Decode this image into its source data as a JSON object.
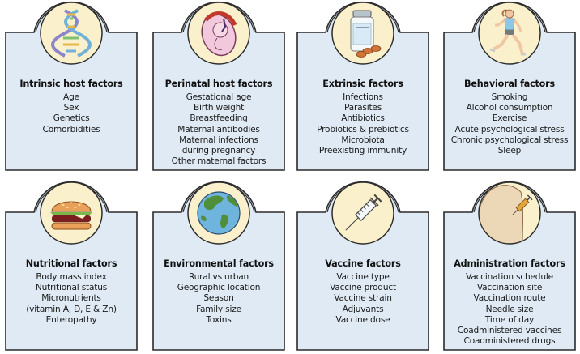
{
  "colors": {
    "panel_fill": "#dfeaf4",
    "panel_stroke": "#2b2b2b",
    "circle_fill": "#fbf0cc"
  },
  "panels": [
    {
      "title": "Intrinsic host factors",
      "icon": "dna-helix-icon",
      "items": [
        "Age",
        "Sex",
        "Genetics",
        "Comorbidities"
      ]
    },
    {
      "title": "Perinatal host factors",
      "icon": "fetus-icon",
      "items": [
        "Gestational age",
        "Birth weight",
        "Breastfeeding",
        "Maternal antibodies",
        "Maternal infections",
        "during pregnancy",
        "Other maternal factors"
      ]
    },
    {
      "title": "Extrinsic factors",
      "icon": "pill-bottle-icon",
      "items": [
        "Infections",
        "Parasites",
        "Antibiotics",
        "Probiotics & prebiotics",
        "Microbiota",
        "Preexisting immunity"
      ]
    },
    {
      "title": "Behavioral factors",
      "icon": "runner-icon",
      "items": [
        "Smoking",
        "Alcohol consumption",
        "Exercise",
        "Acute psychological stress",
        "Chronic psychological stress",
        "Sleep"
      ]
    },
    {
      "title": "Nutritional factors",
      "icon": "burger-icon",
      "items": [
        "Body mass index",
        "Nutritional status",
        "Micronutrients",
        "(vitamin A, D, E & Zn)",
        "Enteropathy"
      ]
    },
    {
      "title": "Environmental factors",
      "icon": "globe-icon",
      "items": [
        "Rural vs urban",
        "Geographic location",
        "Season",
        "Family size",
        "Toxins"
      ]
    },
    {
      "title": "Vaccine factors",
      "icon": "syringe-icon",
      "items": [
        "Vaccine type",
        "Vaccine product",
        "Vaccine strain",
        "Adjuvants",
        "Vaccine dose"
      ]
    },
    {
      "title": "Administration factors",
      "icon": "arm-injection-icon",
      "items": [
        "Vaccination schedule",
        "Vaccination site",
        "Vaccination route",
        "Needle size",
        "Time of day",
        "Coadministered vaccines",
        "Coadministered drugs"
      ]
    }
  ]
}
